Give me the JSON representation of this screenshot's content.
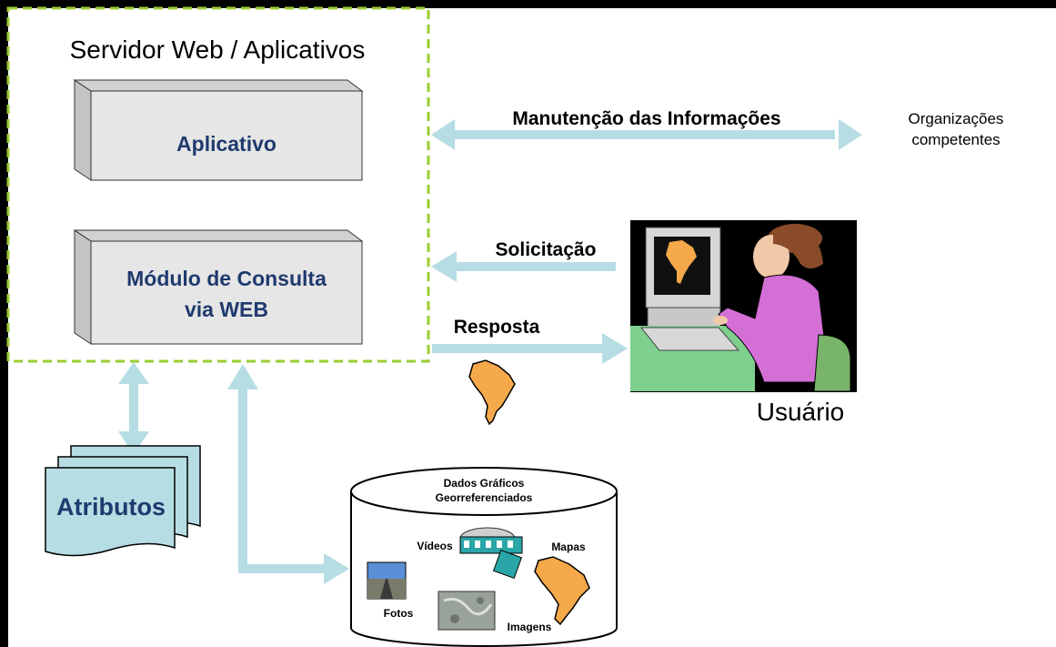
{
  "server": {
    "title": "Servidor Web / Aplicativos",
    "app_box": "Aplicativo",
    "consult_box_line1": "Módulo de Consulta",
    "consult_box_line2": "via WEB"
  },
  "arrows": {
    "maintenance": "Manutenção das Informações",
    "request": "Solicitação",
    "response": "Resposta"
  },
  "organizations": {
    "line1": "Organizações",
    "line2": "competentes"
  },
  "user": {
    "label": "Usuário"
  },
  "attributes": {
    "label": "Atributos"
  },
  "database": {
    "title_line1": "Dados Gráficos",
    "title_line2": "Georreferenciados",
    "videos": "Vídeos",
    "maps": "Mapas",
    "photos": "Fotos",
    "images": "Imagens"
  },
  "colors": {
    "arrow": "#b7dde4",
    "dash_border": "#9acd32",
    "box_face": "#e6e6e6",
    "box_text": "#1f3a6e",
    "map_fill": "#f5a94a",
    "person_shirt": "#d46fd6",
    "chair": "#79b46b"
  }
}
